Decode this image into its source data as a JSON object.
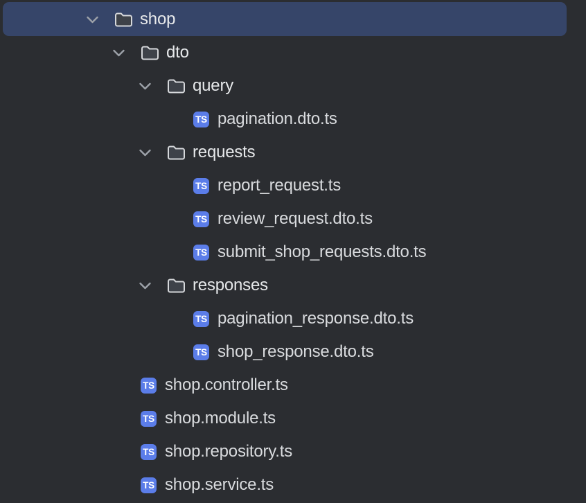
{
  "theme": {
    "background": "#2b2d31",
    "selection_background": "#364569",
    "folder_label_color": "#e6e8ea",
    "file_label_color": "#d9dbde",
    "chevron_color": "#9da2a9",
    "folder_icon_fill": "#3e4249",
    "folder_icon_stroke": "#d6d8db",
    "ts_badge_background": "#5b7de9",
    "ts_badge_text_color": "#ffffff"
  },
  "ts_badge_label": "TS",
  "tree": {
    "items": [
      {
        "label": "shop",
        "type": "folder",
        "depth": 0,
        "expanded": true,
        "selected": true
      },
      {
        "label": "dto",
        "type": "folder",
        "depth": 1,
        "expanded": true,
        "selected": false
      },
      {
        "label": "query",
        "type": "folder",
        "depth": 2,
        "expanded": true,
        "selected": false
      },
      {
        "label": "pagination.dto.ts",
        "type": "file",
        "depth": 3,
        "selected": false
      },
      {
        "label": "requests",
        "type": "folder",
        "depth": 2,
        "expanded": true,
        "selected": false
      },
      {
        "label": "report_request.ts",
        "type": "file",
        "depth": 3,
        "selected": false
      },
      {
        "label": "review_request.dto.ts",
        "type": "file",
        "depth": 3,
        "selected": false
      },
      {
        "label": "submit_shop_requests.dto.ts",
        "type": "file",
        "depth": 3,
        "selected": false
      },
      {
        "label": "responses",
        "type": "folder",
        "depth": 2,
        "expanded": true,
        "selected": false
      },
      {
        "label": "pagination_response.dto.ts",
        "type": "file",
        "depth": 3,
        "selected": false
      },
      {
        "label": "shop_response.dto.ts",
        "type": "file",
        "depth": 3,
        "selected": false
      },
      {
        "label": "shop.controller.ts",
        "type": "file",
        "depth": 1,
        "selected": false
      },
      {
        "label": "shop.module.ts",
        "type": "file",
        "depth": 1,
        "selected": false
      },
      {
        "label": "shop.repository.ts",
        "type": "file",
        "depth": 1,
        "selected": false
      },
      {
        "label": "shop.service.ts",
        "type": "file",
        "depth": 1,
        "selected": false
      }
    ]
  }
}
